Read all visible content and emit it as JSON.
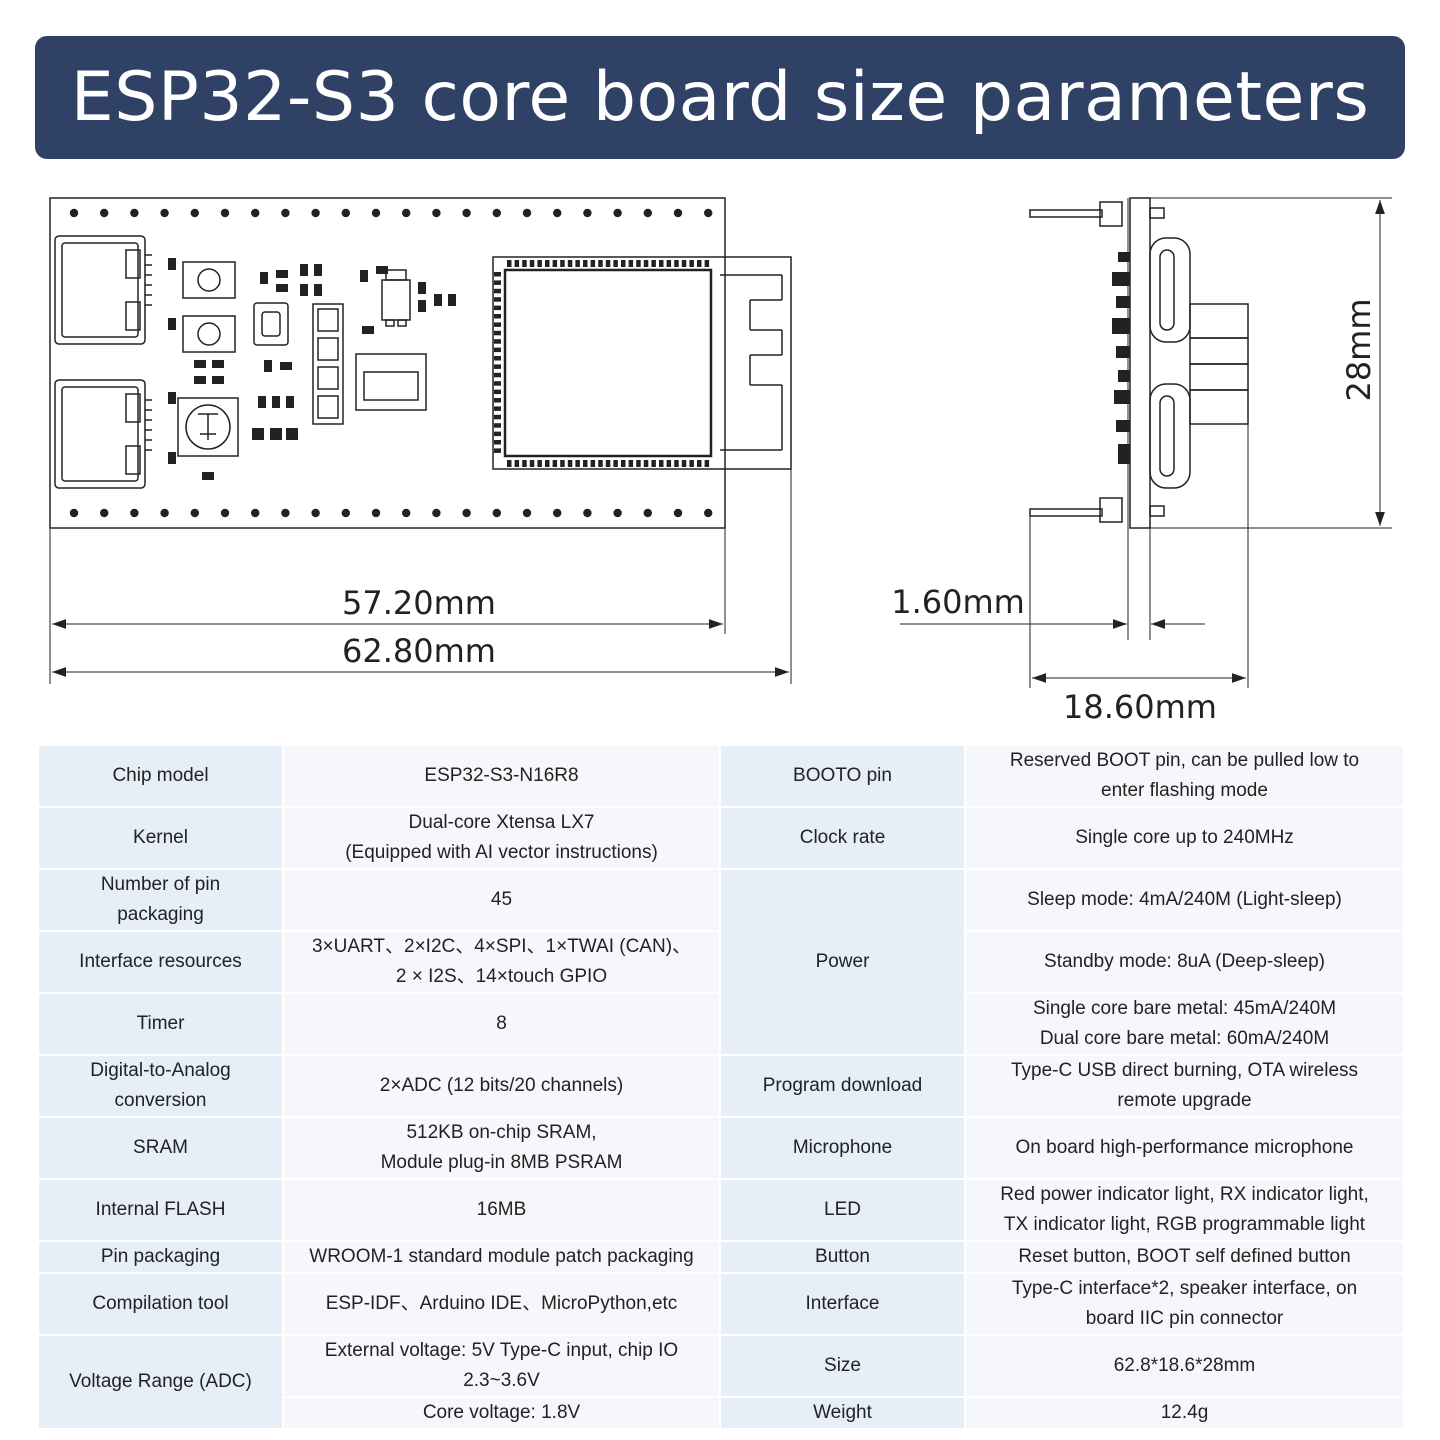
{
  "banner": {
    "title": "ESP32-S3 core board size parameters"
  },
  "colors": {
    "banner_bg": "#2f4266",
    "label_cell": "#e6eef7",
    "value_cell": "#f5f7fa"
  },
  "drawing": {
    "dim_pcb_length": "57.20mm",
    "dim_total_length": "62.80mm",
    "dim_pcb_thickness": "1.60mm",
    "dim_width": "18.60mm",
    "dim_height": "28mm"
  },
  "specs": {
    "chip_model": {
      "label": "Chip model",
      "value": "ESP32-S3-N16R8"
    },
    "kernel": {
      "label": "Kernel",
      "value_1": "Dual-core Xtensa LX7",
      "value_2": "(Equipped with AI vector instructions)"
    },
    "pin_number": {
      "label_1": "Number of pin",
      "label_2": "packaging",
      "value": "45"
    },
    "interface_resources": {
      "label": "Interface resources",
      "value_1": "3×UART、2×I2C、4×SPI、1×TWAI (CAN)、",
      "value_2": "2 × I2S、14×touch GPIO"
    },
    "timer": {
      "label": "Timer",
      "value": "8"
    },
    "dac": {
      "label_1": "Digital-to-Analog",
      "label_2": "conversion",
      "value": "2×ADC (12 bits/20 channels)"
    },
    "sram": {
      "label": "SRAM",
      "value_1": "512KB on-chip SRAM,",
      "value_2": "Module plug-in 8MB PSRAM"
    },
    "flash": {
      "label": "Internal FLASH",
      "value": "16MB"
    },
    "pin_packaging": {
      "label": "Pin packaging",
      "value": "WROOM-1 standard module patch packaging"
    },
    "compilation": {
      "label": "Compilation tool",
      "value": "ESP-IDF、Arduino IDE、MicroPython,etc"
    },
    "voltage": {
      "label": "Voltage Range (ADC)",
      "value_1": "External voltage: 5V Type-C input, chip IO",
      "value_2": "2.3~3.6V",
      "value_3": "Core voltage: 1.8V"
    },
    "boot_pin": {
      "label": "BOOTO pin",
      "value_1": "Reserved BOOT pin, can be pulled low to",
      "value_2": "enter flashing mode"
    },
    "clock": {
      "label": "Clock rate",
      "value": "Single core up to 240MHz"
    },
    "power": {
      "label": "Power",
      "sleep": "Sleep mode: 4mA/240M (Light-sleep)",
      "standby": "Standby mode: 8uA (Deep-sleep)",
      "single": "Single core bare metal: 45mA/240M",
      "dual": "Dual core bare metal: 60mA/240M"
    },
    "download": {
      "label": "Program download",
      "value_1": "Type-C USB direct burning, OTA wireless",
      "value_2": "remote upgrade"
    },
    "microphone": {
      "label": "Microphone",
      "value": "On board high-performance microphone"
    },
    "led": {
      "label": "LED",
      "value_1": "Red power indicator light, RX indicator light,",
      "value_2": "TX indicator light, RGB programmable light"
    },
    "button": {
      "label": "Button",
      "value": "Reset button, BOOT self defined button"
    },
    "interface": {
      "label": "Interface",
      "value_1": "Type-C interface*2, speaker interface, on",
      "value_2": "board IIC pin connector"
    },
    "size": {
      "label": "Size",
      "value": "62.8*18.6*28mm"
    },
    "weight": {
      "label": "Weight",
      "value": "12.4g"
    }
  }
}
